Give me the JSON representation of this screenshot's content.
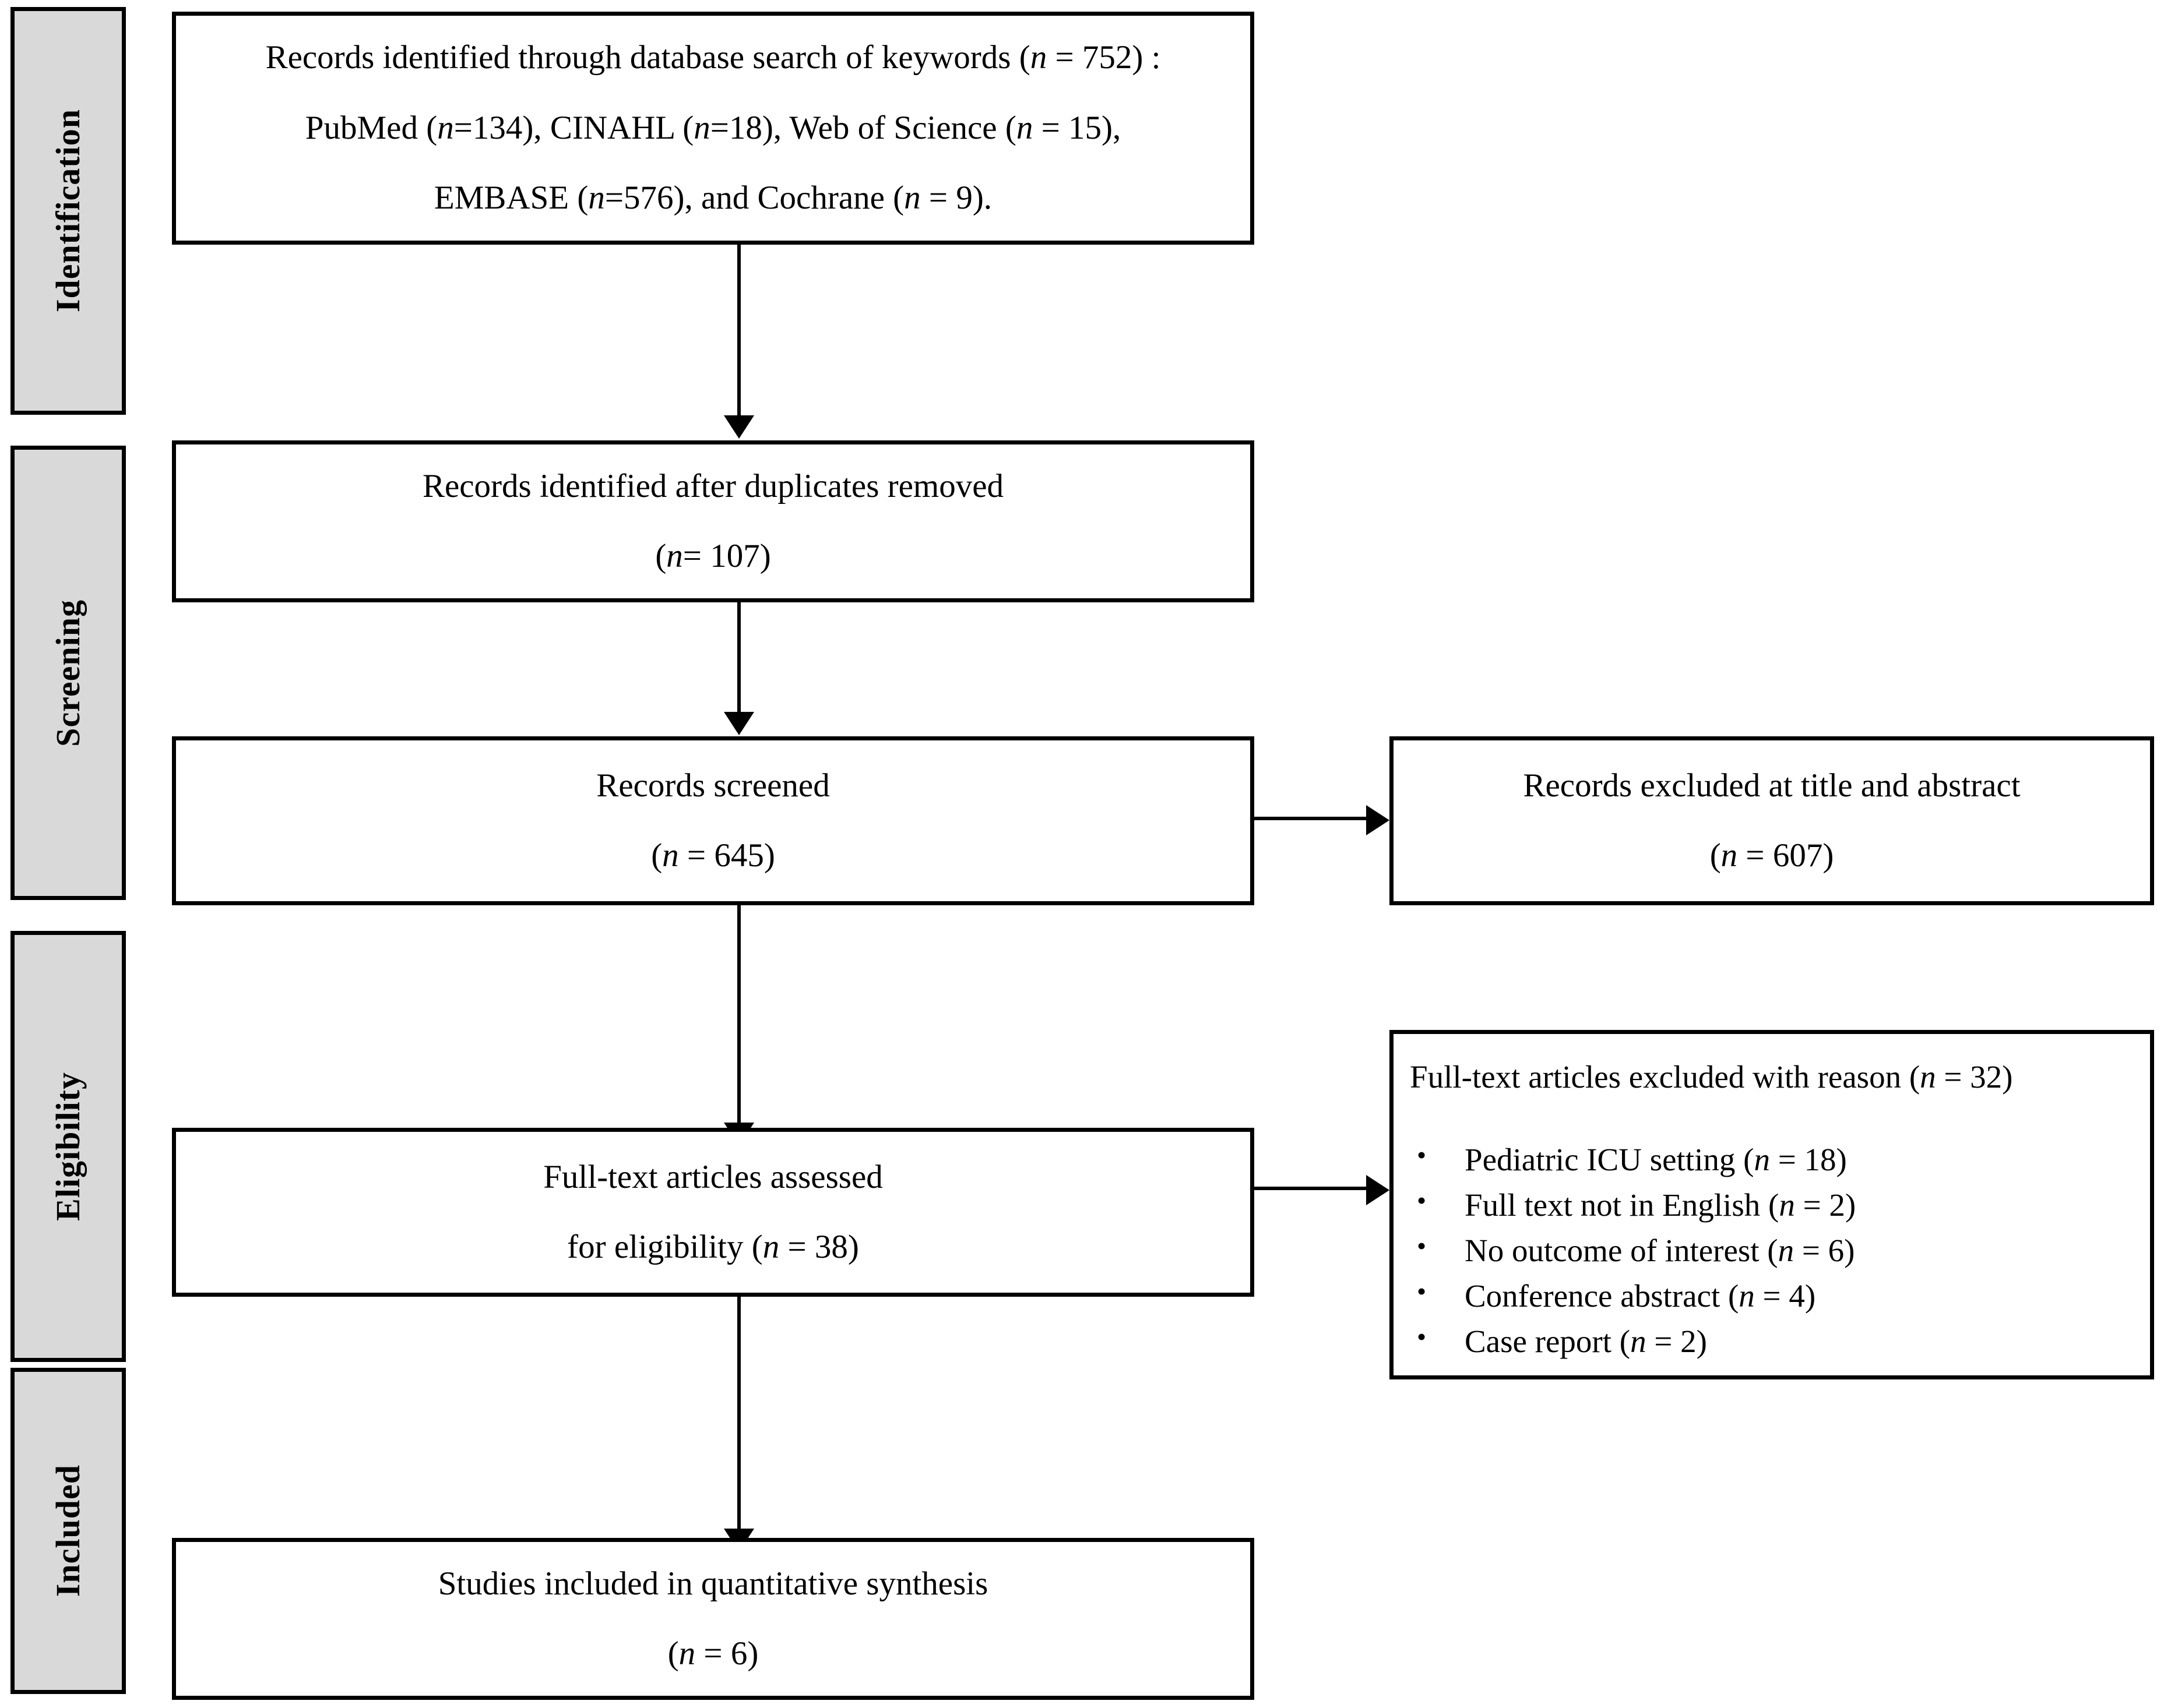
{
  "diagram": {
    "type": "prisma-flow-diagram",
    "title": "PRISMA study selection flow diagram",
    "colors": {
      "stage_fill": "#d9d9d9",
      "node_fill": "#ffffff",
      "stroke": "#000000"
    }
  },
  "stages": [
    {
      "id": "identification",
      "label": "Identification"
    },
    {
      "id": "screening",
      "label": "Screening"
    },
    {
      "id": "eligibility",
      "label": "Eligibility"
    },
    {
      "id": "included",
      "label": "Included"
    }
  ],
  "nodes": {
    "identified": {
      "line1": "Records identified through database search of keywords (n = 752) :",
      "line2": "PubMed (n=134), CINAHL (n=18), Web of Science (n = 15),",
      "line3": "EMBASE (n=576), and Cochrane (n = 9).",
      "total": 752,
      "sources": [
        {
          "name": "PubMed",
          "n": 134
        },
        {
          "name": "CINAHL",
          "n": 18
        },
        {
          "name": "Web of Science",
          "n": 15
        },
        {
          "name": "EMBASE",
          "n": 576
        },
        {
          "name": "Cochrane",
          "n": 9
        }
      ]
    },
    "duplicates_removed": {
      "line1": "Records identified after duplicates removed",
      "line2": "(n= 107)",
      "n": 107
    },
    "screened": {
      "line1": "Records screened",
      "line2": "(n = 645)",
      "n": 645
    },
    "excluded_title_abstract": {
      "line1": "Records excluded at title and abstract",
      "line2": "(n = 607)",
      "n": 607
    },
    "fulltext_assessed": {
      "line1": "Full-text articles assessed",
      "line2": "for eligibility (n = 38)",
      "n": 38
    },
    "fulltext_excluded": {
      "title": "Full-text articles excluded with reason (n = 32)",
      "n": 32,
      "bullet_glyph": "•",
      "reasons": [
        {
          "label": "Pediatric ICU setting (n = 18)",
          "n": 18
        },
        {
          "label": "Full text not in English (n = 2)",
          "n": 2
        },
        {
          "label": "No outcome of interest (n = 6)",
          "n": 6
        },
        {
          "label": "Conference abstract (n = 4)",
          "n": 4
        },
        {
          "label": "Case report (n = 2)",
          "n": 2
        }
      ]
    },
    "included_studies": {
      "line1": "Studies included in quantitative synthesis",
      "line2": "(n = 6)",
      "n": 6
    }
  }
}
